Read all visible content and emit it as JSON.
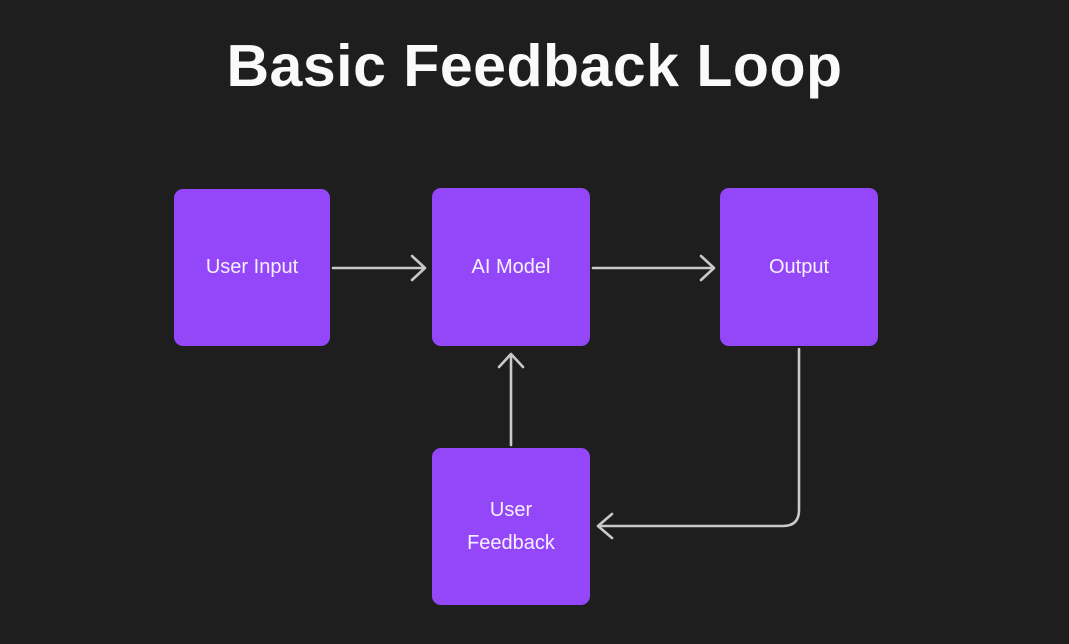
{
  "title": "Basic Feedback Loop",
  "colors": {
    "background": "#1e1e1e",
    "node_fill": "#9447f8",
    "node_text": "#f6f1ff",
    "arrow": "#c9c9c9",
    "title_text": "#fafafa"
  },
  "diagram": {
    "type": "flowchart",
    "nodes": [
      {
        "id": "user-input",
        "label": "User Input"
      },
      {
        "id": "ai-model",
        "label": "AI Model"
      },
      {
        "id": "output",
        "label": "Output"
      },
      {
        "id": "user-feedback",
        "label": "User Feedback"
      }
    ],
    "edges": [
      {
        "from": "user-input",
        "to": "ai-model",
        "style": "straight-right-arrow"
      },
      {
        "from": "ai-model",
        "to": "output",
        "style": "straight-right-arrow"
      },
      {
        "from": "output",
        "to": "user-feedback",
        "style": "down-then-left-rounded-arrow"
      },
      {
        "from": "user-feedback",
        "to": "ai-model",
        "style": "straight-up-arrow"
      }
    ]
  }
}
